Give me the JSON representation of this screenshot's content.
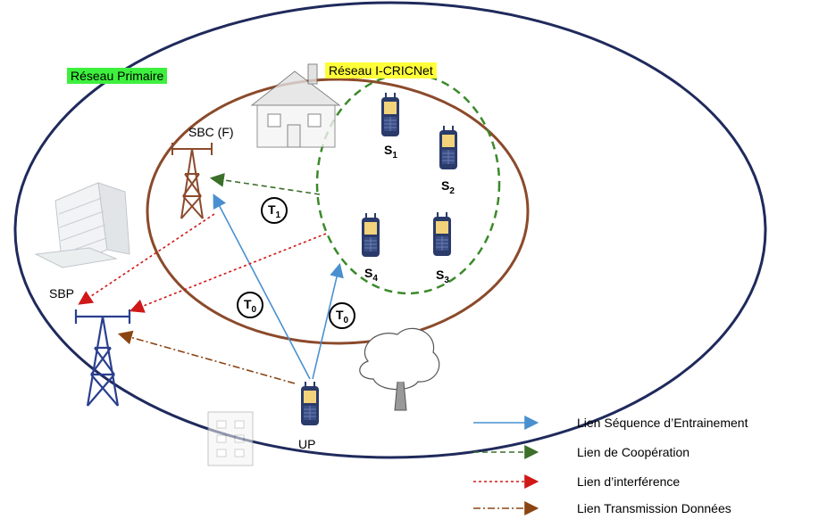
{
  "labels": {
    "primary_network": "Réseau Primaire",
    "cricnet_network": "Réseau I-CRICNet",
    "sbc": "SBC (F)",
    "sbp": "SBP",
    "up": "UP",
    "secondary_users": [
      {
        "base": "S",
        "sub": "1"
      },
      {
        "base": "S",
        "sub": "2"
      },
      {
        "base": "S",
        "sub": "3"
      },
      {
        "base": "S",
        "sub": "4"
      }
    ],
    "time_slots": [
      {
        "base": "T",
        "sub": "1"
      },
      {
        "base": "T",
        "sub": "0"
      },
      {
        "base": "T",
        "sub": "0"
      }
    ]
  },
  "legend": [
    {
      "label": "Lien Séquence d’Entrainement",
      "style": "solid",
      "color": "#4a90d0"
    },
    {
      "label": "Lien de Coopération",
      "style": "dashed",
      "color": "#3b6f2a"
    },
    {
      "label": "Lien d’interférence",
      "style": "dotted",
      "color": "#d01818"
    },
    {
      "label": "Lien Transmission Données",
      "style": "dash-dot",
      "color": "#8b4513"
    }
  ],
  "colors": {
    "outer_circle": "#1f2a5c",
    "brown_circle": "#8b4a2b",
    "green_dashed": "#3b8a2a",
    "tower_brown": "#8b4a2b",
    "tower_blue": "#2a3f8f",
    "phone_body": "#2a3a6a",
    "phone_screen": "#f2d27a"
  }
}
